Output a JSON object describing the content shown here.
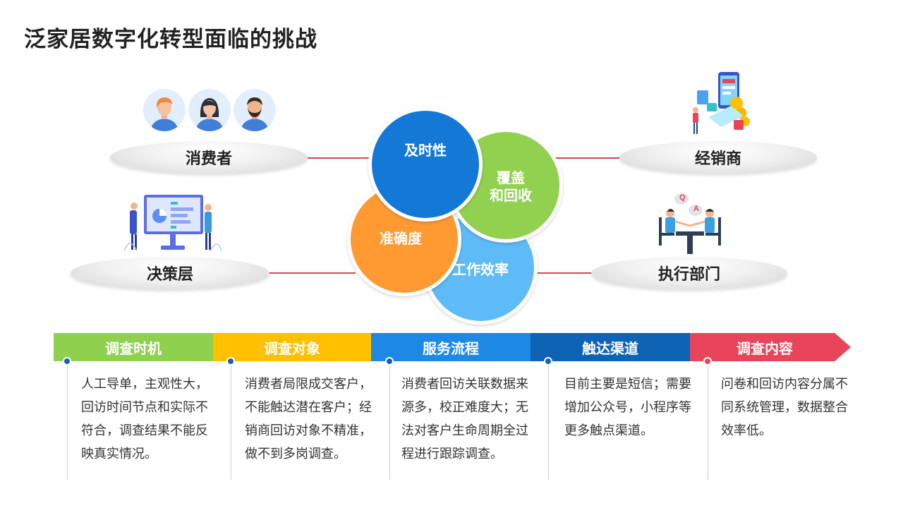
{
  "title": "泛家居数字化转型面临的挑战",
  "stakeholders": {
    "consumer": "消费者",
    "dealer": "经销商",
    "decision": "决策层",
    "execution": "执行部门"
  },
  "center": {
    "timeliness": "及时性",
    "coverage_line1": "覆盖",
    "coverage_line2": "和回收",
    "accuracy": "准确度",
    "efficiency": "工作效率"
  },
  "illustration": {
    "chat_q": "Q",
    "chat_a": "A"
  },
  "columns": [
    {
      "header": "调查时机",
      "text": "人工导单，主观性大，回访时间节点和实际不符合，调查结果不能反映真实情况。",
      "color": "#8fd14f"
    },
    {
      "header": "调查对象",
      "text": "消费者局限成交客户，不能触达潜在客户；经销商回访对象不精准，做不到多岗调查。",
      "color": "#ffc000"
    },
    {
      "header": "服务流程",
      "text": "消费者回访关联数据来源多，校正难度大；无法对客户生命周期全过程进行跟踪调查。",
      "color": "#1e88e5"
    },
    {
      "header": "触达渠道",
      "text": "目前主要是短信；需要增加公众号，小程序等更多触点渠道。",
      "color": "#0e63b5"
    },
    {
      "header": "调查内容",
      "text": "问卷和回访内容分属不同系统管理，数据整合效率低。",
      "color": "#e8445a"
    }
  ],
  "colors": {
    "timeliness": "#1479d6",
    "coverage": "#92d050",
    "accuracy": "#ff9a33",
    "efficiency": "#5ebbf7",
    "connector": "#d9435a"
  }
}
